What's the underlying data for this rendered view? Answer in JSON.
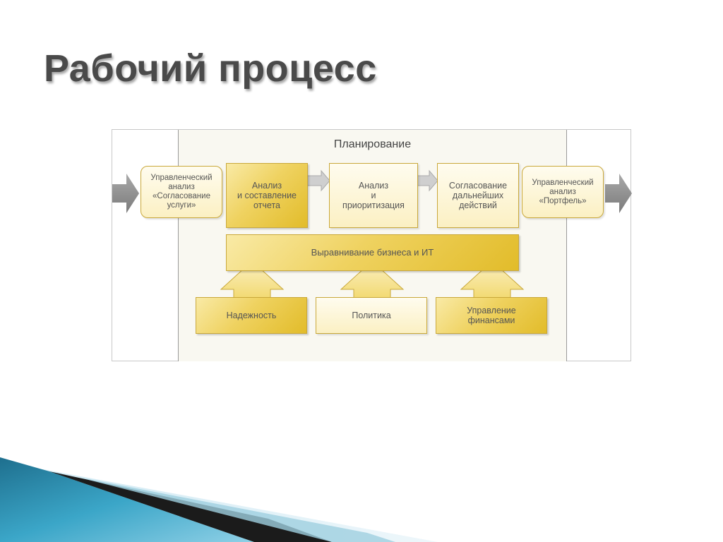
{
  "slide": {
    "title": "Рабочий процесс"
  },
  "diagram": {
    "planning_title": "Планирование",
    "input_box": "Управленческий\nанализ\n«Согласование\nуслуги»",
    "step_boxes": [
      "Анализ\nи составление\nотчета",
      "Анализ\nи\nприоритизация",
      "Согласование\nдальнейших\nдействий"
    ],
    "output_box": "Управленческий\nанализ\n«Портфель»",
    "alignment_bar": "Выравнивание бизнеса и ИТ",
    "foundation_boxes": [
      "Надежность",
      "Политика",
      "Управление\nфинансами"
    ]
  },
  "colors": {
    "yellow_dark": "#e2bc2a",
    "yellow_light": "#fbf0c3",
    "arrow_gray": "#8c8c8c",
    "accent_teal": "#2a8fb0"
  }
}
